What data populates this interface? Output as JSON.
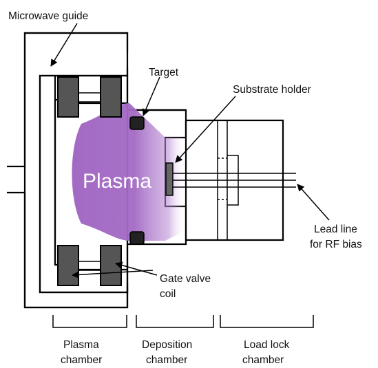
{
  "labels": {
    "microwave_guide": "Microwave guide",
    "target": "Target",
    "substrate_holder": "Substrate holder",
    "plasma": "Plasma",
    "lead_line_1": "Lead line",
    "lead_line_2": "for RF bias",
    "gate_valve_1": "Gate valve",
    "gate_valve_2": "coil",
    "plasma_chamber_1": "Plasma",
    "plasma_chamber_2": "chamber",
    "deposition_chamber_1": "Deposition",
    "deposition_chamber_2": "chamber",
    "load_lock_1": "Load lock",
    "load_lock_2": "chamber"
  },
  "colors": {
    "plasma": "#a36ac4",
    "coil": "#555555",
    "target": "#222222"
  }
}
